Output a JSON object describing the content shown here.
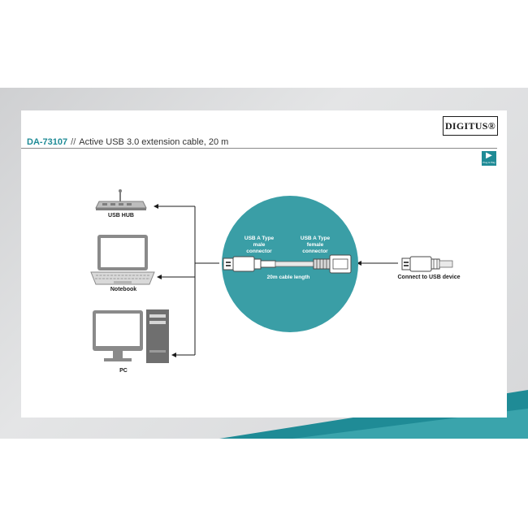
{
  "brand": {
    "logo": "DIGITUS®"
  },
  "header": {
    "product_code": "DA-73107",
    "separator": "//",
    "description": "Active USB 3.0 extension cable, 20 m"
  },
  "play_button": {
    "label": "Plug & Play"
  },
  "diagram": {
    "hosts": [
      {
        "label": "USB HUB"
      },
      {
        "label": "Notebook"
      },
      {
        "label": "PC"
      }
    ],
    "male_connector_label": "USB A Type\nmale\nconnector",
    "female_connector_label": "USB A Type\nfemale\nconnector",
    "cable_length_label": "20m cable length",
    "device_label": "Connect to USB device"
  },
  "colors": {
    "teal": "#3a9ea6",
    "teal_dark": "#1f8b96",
    "icon_gray": "#7f7f7f",
    "icon_light": "#d6d6d6"
  }
}
